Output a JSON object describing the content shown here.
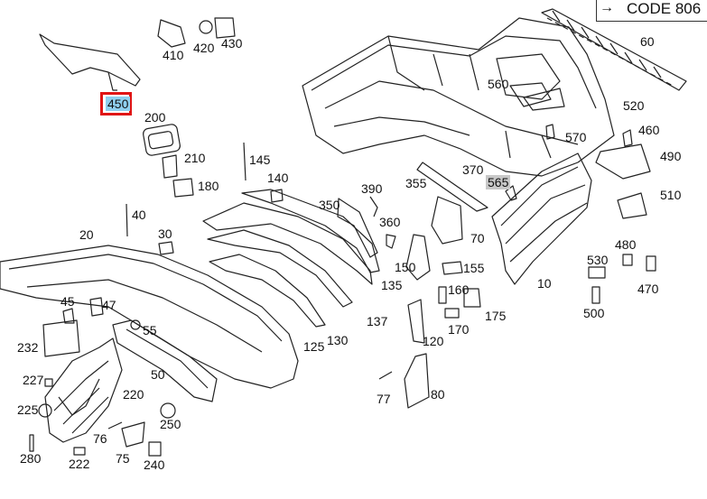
{
  "code_label": "CODE 806",
  "code_arrow": "→",
  "selected_part": "450",
  "colors": {
    "highlight_grey": "#c8c8c8",
    "highlight_blue": "#8fd0ef",
    "selection_border": "#e01515"
  },
  "labels": {
    "p10": "10",
    "p20": "20",
    "p30": "30",
    "p40": "40",
    "p45": "45",
    "p47": "47",
    "p50": "50",
    "p55": "55",
    "p60": "60",
    "p70": "70",
    "p75": "75",
    "p76": "76",
    "p77": "77",
    "p80": "80",
    "p120": "120",
    "p125": "125",
    "p130": "130",
    "p135": "135",
    "p137": "137",
    "p140": "140",
    "p145": "145",
    "p150": "150",
    "p155": "155",
    "p160": "160",
    "p170": "170",
    "p175": "175",
    "p180": "180",
    "p200": "200",
    "p210": "210",
    "p220": "220",
    "p222": "222",
    "p225": "225",
    "p227": "227",
    "p232": "232",
    "p240": "240",
    "p250": "250",
    "p280": "280",
    "p350": "350",
    "p355": "355",
    "p360": "360",
    "p370": "370",
    "p390": "390",
    "p410": "410",
    "p420": "420",
    "p430": "430",
    "p450": "450",
    "p460": "460",
    "p470": "470",
    "p480": "480",
    "p490": "490",
    "p500": "500",
    "p510": "510",
    "p520": "520",
    "p530": "530",
    "p560": "560",
    "p565": "565",
    "p570": "570"
  }
}
